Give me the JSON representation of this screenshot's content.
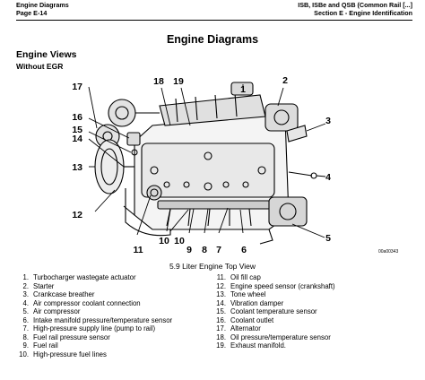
{
  "header": {
    "left_line1": "Engine Diagrams",
    "left_line2": "Page E-14",
    "right_line1": "ISB, ISBe and QSB (Common Rail [...]",
    "right_line2": "Section E - Engine Identification"
  },
  "page_title": "Engine Diagrams",
  "section_title": "Engine Views",
  "subsection_title": "Without EGR",
  "figure": {
    "callouts": [
      "1",
      "2",
      "3",
      "4",
      "5",
      "6",
      "7",
      "8",
      "9",
      "10",
      "10",
      "11",
      "12",
      "13",
      "14",
      "15",
      "16",
      "17",
      "18",
      "19"
    ],
    "code": "00a00343",
    "caption": "5.9 Liter Engine Top View"
  },
  "legend_left": [
    {
      "num": "1.",
      "text": "Turbocharger wastegate actuator"
    },
    {
      "num": "2.",
      "text": "Starter"
    },
    {
      "num": "3.",
      "text": "Crankcase breather"
    },
    {
      "num": "4.",
      "text": "Air compressor coolant connection"
    },
    {
      "num": "5.",
      "text": "Air compressor"
    },
    {
      "num": "6.",
      "text": "Intake manifold pressure/temperature sensor"
    },
    {
      "num": "7.",
      "text": "High-pressure supply line (pump to rail)"
    },
    {
      "num": "8.",
      "text": "Fuel rail pressure sensor"
    },
    {
      "num": "9.",
      "text": "Fuel rail"
    },
    {
      "num": "10.",
      "text": "High-pressure fuel lines"
    }
  ],
  "legend_right": [
    {
      "num": "11.",
      "text": "Oil fill cap"
    },
    {
      "num": "12.",
      "text": "Engine speed sensor (crankshaft)"
    },
    {
      "num": "13.",
      "text": "Tone wheel"
    },
    {
      "num": "14.",
      "text": "Vibration damper"
    },
    {
      "num": "15.",
      "text": "Coolant temperature sensor"
    },
    {
      "num": "16.",
      "text": "Coolant outlet"
    },
    {
      "num": "17.",
      "text": "Alternator"
    },
    {
      "num": "18.",
      "text": "Oil pressure/temperature sensor"
    },
    {
      "num": "19.",
      "text": "Exhaust manifold."
    }
  ]
}
